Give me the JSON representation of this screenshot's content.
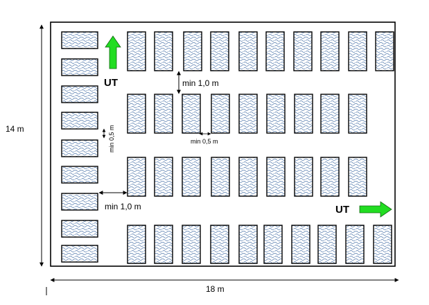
{
  "dimensions": {
    "height_label": "14 m",
    "width_label": "18 m"
  },
  "exits": [
    {
      "label": "UT",
      "direction": "up",
      "color": "#22dd22"
    },
    {
      "label": "UT",
      "direction": "right",
      "color": "#22dd22"
    }
  ],
  "spacing_labels": {
    "aisle_vertical": "min 1,0 m",
    "row_gap_horizontal": "min 0,5 m",
    "column_gap_vertical": "min 0,5 m",
    "aisle_horizontal": "min 1,0 m"
  },
  "colors": {
    "outline": "#000000",
    "pattern": "#5a7fb0",
    "exit_arrow": "#22dd22"
  }
}
